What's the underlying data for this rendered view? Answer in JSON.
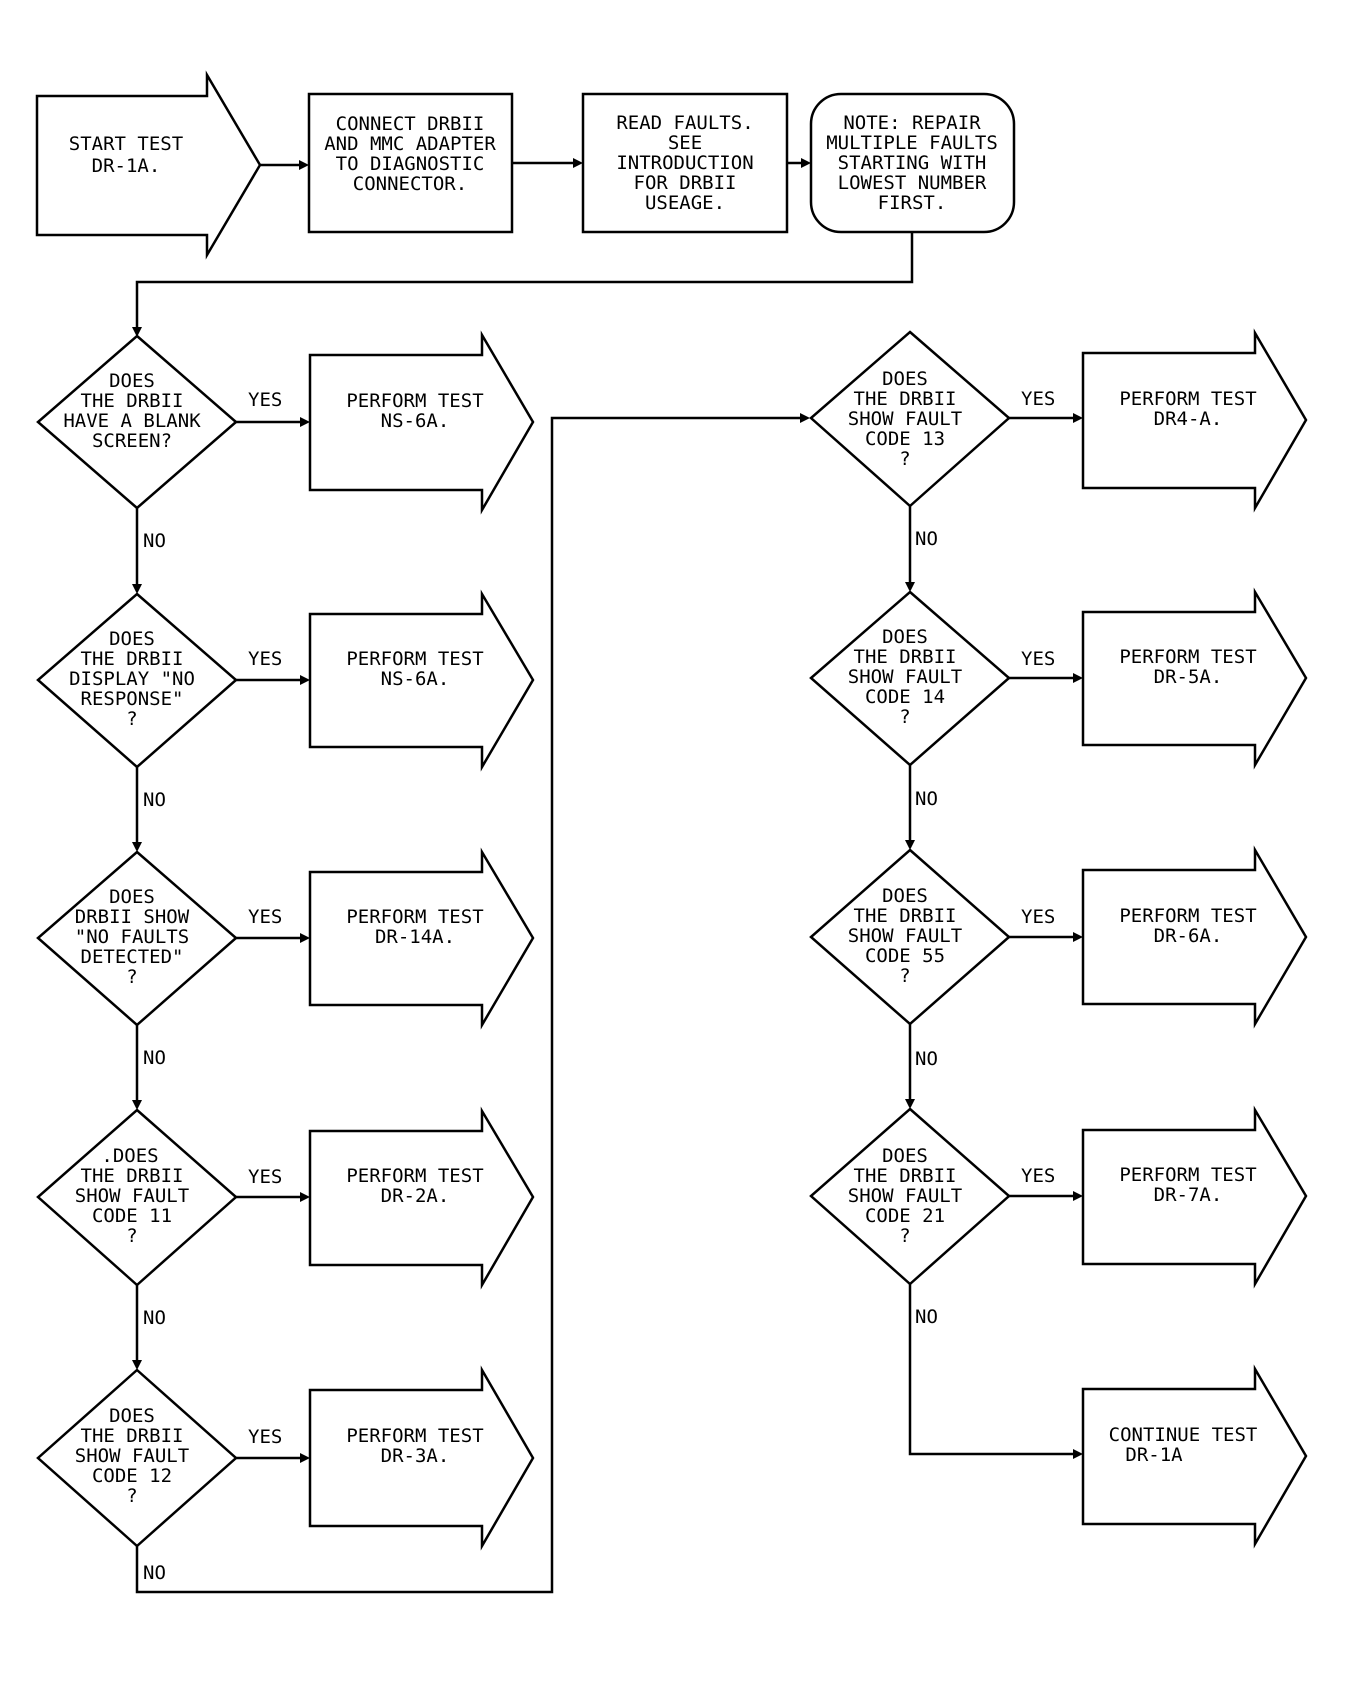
{
  "start": {
    "lines": [
      "START TEST",
      "DR-1A."
    ]
  },
  "connect": {
    "lines": [
      "CONNECT DRBII",
      "AND MMC ADAPTER",
      "TO DIAGNOSTIC",
      "CONNECTOR."
    ]
  },
  "read_faults": {
    "lines": [
      "READ FAULTS.",
      "SEE",
      "INTRODUCTION",
      "FOR DRBII",
      "USEAGE."
    ]
  },
  "note": {
    "lines": [
      "NOTE: REPAIR",
      "MULTIPLE FAULTS",
      "STARTING WITH",
      "LOWEST NUMBER",
      "FIRST."
    ]
  },
  "left_column": [
    {
      "question": [
        "DOES",
        "THE DRBII",
        "HAVE A BLANK",
        "SCREEN?"
      ],
      "yes": "YES",
      "no": "NO",
      "action": [
        "PERFORM TEST",
        "NS-6A."
      ]
    },
    {
      "question": [
        "DOES",
        "THE DRBII",
        "DISPLAY \"NO",
        "RESPONSE\"",
        "?"
      ],
      "yes": "YES",
      "no": "NO",
      "action": [
        "PERFORM TEST",
        "NS-6A."
      ]
    },
    {
      "question": [
        "DOES",
        "DRBII SHOW",
        "\"NO FAULTS",
        "DETECTED\"",
        "?"
      ],
      "yes": "YES",
      "no": "NO",
      "action": [
        "PERFORM TEST",
        "DR-14A."
      ]
    },
    {
      "question": [
        ".DOES",
        "THE DRBII",
        "SHOW FAULT",
        "CODE 11",
        "?"
      ],
      "yes": "YES",
      "no": "NO",
      "action": [
        "PERFORM TEST",
        "DR-2A."
      ]
    },
    {
      "question": [
        "DOES",
        "THE DRBII",
        "SHOW FAULT",
        "CODE 12",
        "?"
      ],
      "yes": "YES",
      "no": "NO",
      "action": [
        "PERFORM TEST",
        "DR-3A."
      ]
    }
  ],
  "right_column": [
    {
      "question": [
        "DOES",
        "THE DRBII",
        "SHOW FAULT",
        "CODE 13",
        "?"
      ],
      "yes": "YES",
      "no": "NO",
      "action": [
        "PERFORM TEST",
        "DR4-A."
      ]
    },
    {
      "question": [
        "DOES",
        "THE DRBII",
        "SHOW FAULT",
        "CODE 14",
        "?"
      ],
      "yes": "YES",
      "no": "NO",
      "action": [
        "PERFORM TEST",
        "DR-5A."
      ]
    },
    {
      "question": [
        "DOES",
        "THE DRBII",
        "SHOW FAULT",
        "CODE 55",
        "?"
      ],
      "yes": "YES",
      "no": "NO",
      "action": [
        "PERFORM TEST",
        "DR-6A."
      ]
    },
    {
      "question": [
        "DOES",
        "THE DRBII",
        "SHOW FAULT",
        "CODE 21",
        "?"
      ],
      "yes": "YES",
      "no": "NO",
      "action": [
        "PERFORM TEST",
        "DR-7A."
      ]
    }
  ],
  "continue": {
    "lines": [
      "CONTINUE TEST",
      "DR-1A"
    ]
  }
}
